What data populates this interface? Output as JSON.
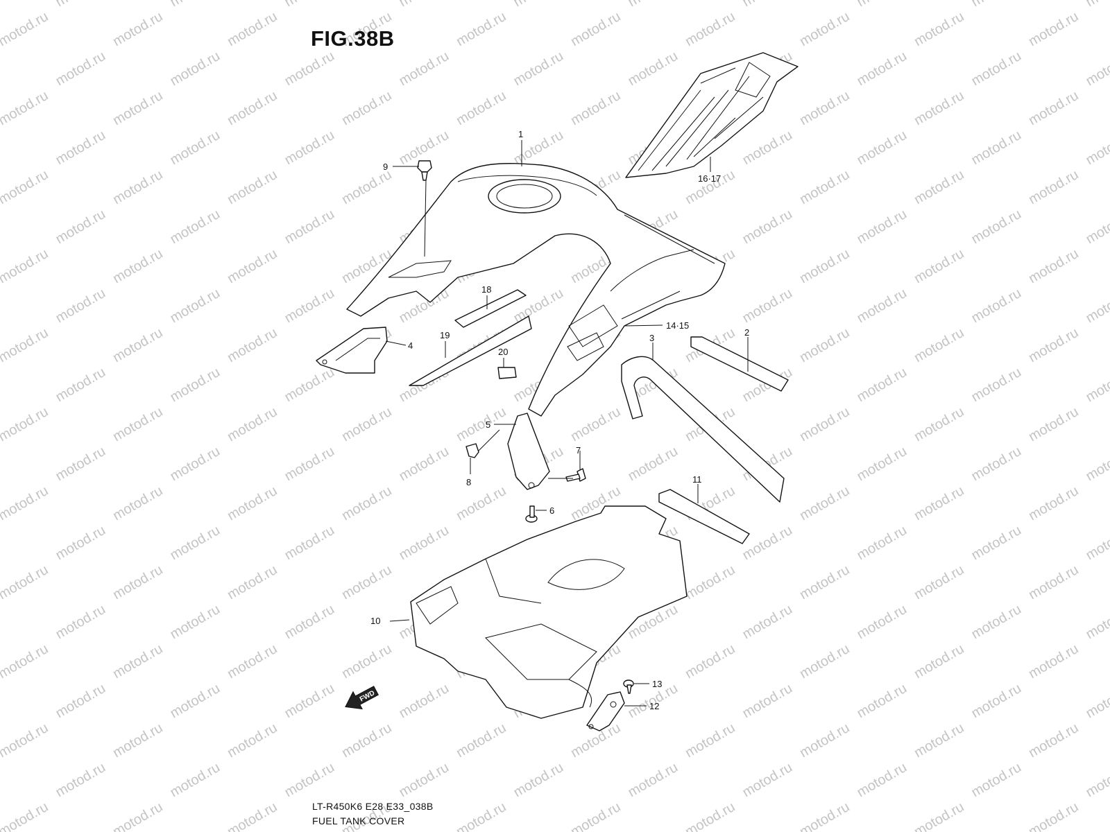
{
  "figure": {
    "title": "FIG.38B",
    "code": "LT-R450K6 E28 E33_038B",
    "name": "FUEL TANK COVER",
    "watermark": "motod.ru",
    "direction_label": "FWD"
  },
  "callouts": [
    {
      "id": "c1",
      "label": "1"
    },
    {
      "id": "c2",
      "label": "2"
    },
    {
      "id": "c3",
      "label": "3"
    },
    {
      "id": "c4",
      "label": "4"
    },
    {
      "id": "c5",
      "label": "5"
    },
    {
      "id": "c6",
      "label": "6"
    },
    {
      "id": "c7",
      "label": "7"
    },
    {
      "id": "c8",
      "label": "8"
    },
    {
      "id": "c9",
      "label": "9"
    },
    {
      "id": "c10",
      "label": "10"
    },
    {
      "id": "c11",
      "label": "11"
    },
    {
      "id": "c12",
      "label": "12"
    },
    {
      "id": "c13",
      "label": "13"
    },
    {
      "id": "c14-15",
      "label": "14·15"
    },
    {
      "id": "c16-17",
      "label": "16·17"
    },
    {
      "id": "c18",
      "label": "18"
    },
    {
      "id": "c19",
      "label": "19"
    },
    {
      "id": "c20",
      "label": "20"
    }
  ]
}
